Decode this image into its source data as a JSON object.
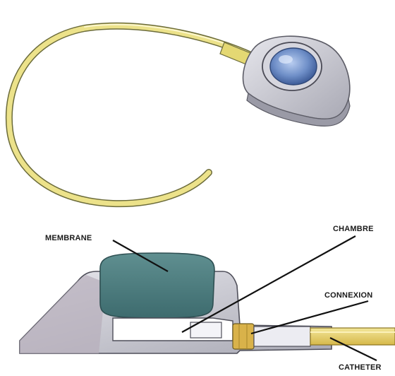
{
  "labels": {
    "membrane": "MEMBRANE",
    "chambre": "CHAMBRE",
    "connexion": "CONNEXION",
    "catheter": "CATHETER"
  },
  "colors": {
    "catheter_yellow": "#e8dc7a",
    "port_body": "#c9c9d0",
    "membrane_blue": "#6f8fc8",
    "membrane_teal": "#4f7f82",
    "connector_amber": "#d9b24a"
  }
}
